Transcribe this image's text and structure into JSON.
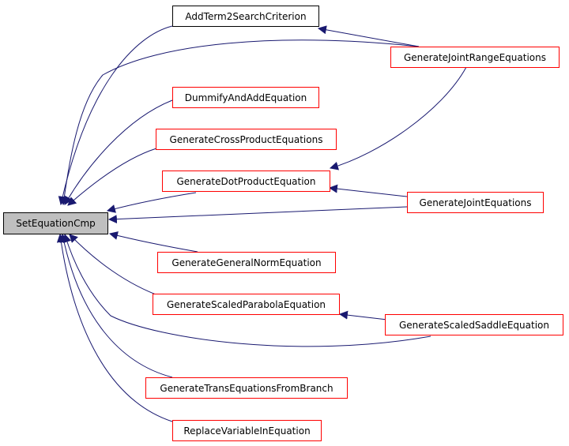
{
  "colors": {
    "edge": "#191970",
    "node_border": "#ff0000",
    "node_border_plain": "#000000",
    "root_fill": "#bfbfbf",
    "background": "#ffffff"
  },
  "nodes": {
    "root": "SetEquationCmp",
    "addterm": "AddTerm2SearchCriterion",
    "jointrange": "GenerateJointRangeEquations",
    "dummify": "DummifyAndAddEquation",
    "cross": "GenerateCrossProductEquations",
    "dot": "GenerateDotProductEquation",
    "joint": "GenerateJointEquations",
    "norm": "GenerateGeneralNormEquation",
    "parabola": "GenerateScaledParabolaEquation",
    "saddle": "GenerateScaledSaddleEquation",
    "trans": "GenerateTransEquationsFromBranch",
    "replace": "ReplaceVariableInEquation"
  }
}
